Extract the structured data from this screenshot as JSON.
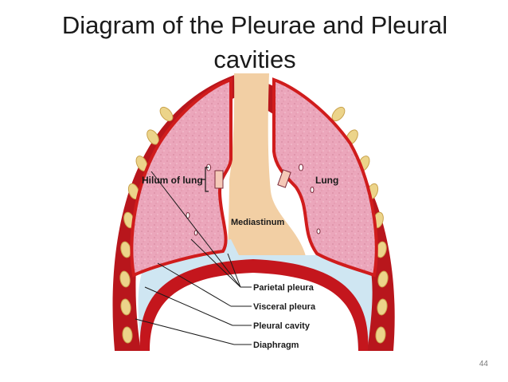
{
  "slide": {
    "title_line1": "Diagram of the Pleurae and Pleural",
    "title_line2": "cavities",
    "page_number": "44"
  },
  "labels": {
    "hilum": "Hilum of lung",
    "lung": "Lung",
    "mediastinum": "Mediastinum",
    "parietal": "Parietal pleura",
    "visceral": "Visceral pleura",
    "cavity": "Pleural cavity",
    "diaphragm": "Diaphragm"
  },
  "colors": {
    "lung_fill": "#eba6bb",
    "lung_edge": "#d01c1c",
    "muscle": "#b8161c",
    "rib": "#ecd48a",
    "mediastinum": "#f2cfa4",
    "pleural_cavity": "#cfe6f2",
    "diaphragm": "#c4161d"
  }
}
